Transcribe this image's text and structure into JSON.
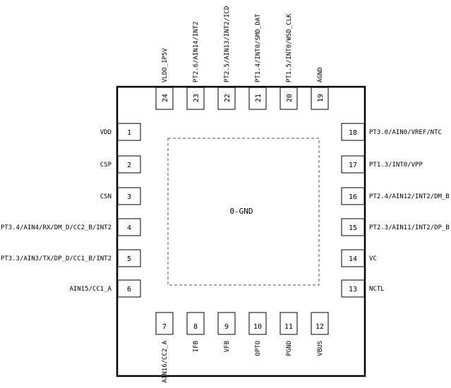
{
  "package": {
    "center_label": "0-GND"
  },
  "pins": {
    "left": [
      {
        "num": "1",
        "name": "VDD"
      },
      {
        "num": "2",
        "name": "CSP"
      },
      {
        "num": "3",
        "name": "CSN"
      },
      {
        "num": "4",
        "name": "PT3.4/AIN4/RX/DM_D/CC2_B/INT2"
      },
      {
        "num": "5",
        "name": "PT3.3/AIN3/TX/DP_D/CC1_B/INT2"
      },
      {
        "num": "6",
        "name": "AIN15/CC1_A"
      }
    ],
    "bottom": [
      {
        "num": "7",
        "name": "AIN16/CC2_A"
      },
      {
        "num": "8",
        "name": "IFB"
      },
      {
        "num": "9",
        "name": "VFB"
      },
      {
        "num": "10",
        "name": "OPTO"
      },
      {
        "num": "11",
        "name": "PGND"
      },
      {
        "num": "12",
        "name": "VBUS"
      }
    ],
    "right": [
      {
        "num": "13",
        "name": "NCTL"
      },
      {
        "num": "14",
        "name": "VC"
      },
      {
        "num": "15",
        "name": "PT2.3/AIN11/INT2/DP_B"
      },
      {
        "num": "16",
        "name": "PT2.4/AIN12/INT2/DM_B"
      },
      {
        "num": "17",
        "name": "PT1.3/INT0/VPP"
      },
      {
        "num": "18",
        "name": "PT3.0/AIN0/VREF/NTC"
      }
    ],
    "top": [
      {
        "num": "19",
        "name": "AGND"
      },
      {
        "num": "20",
        "name": "PT1.5/INT0/WSD_CLK"
      },
      {
        "num": "21",
        "name": "PT1.4/INT0/SMD_DAT"
      },
      {
        "num": "22",
        "name": "PT2.5/AIN13/INT2/ICD"
      },
      {
        "num": "23",
        "name": "PT2.6/AIN14/INT2"
      },
      {
        "num": "24",
        "name": "VLDO_1P5V"
      }
    ]
  }
}
